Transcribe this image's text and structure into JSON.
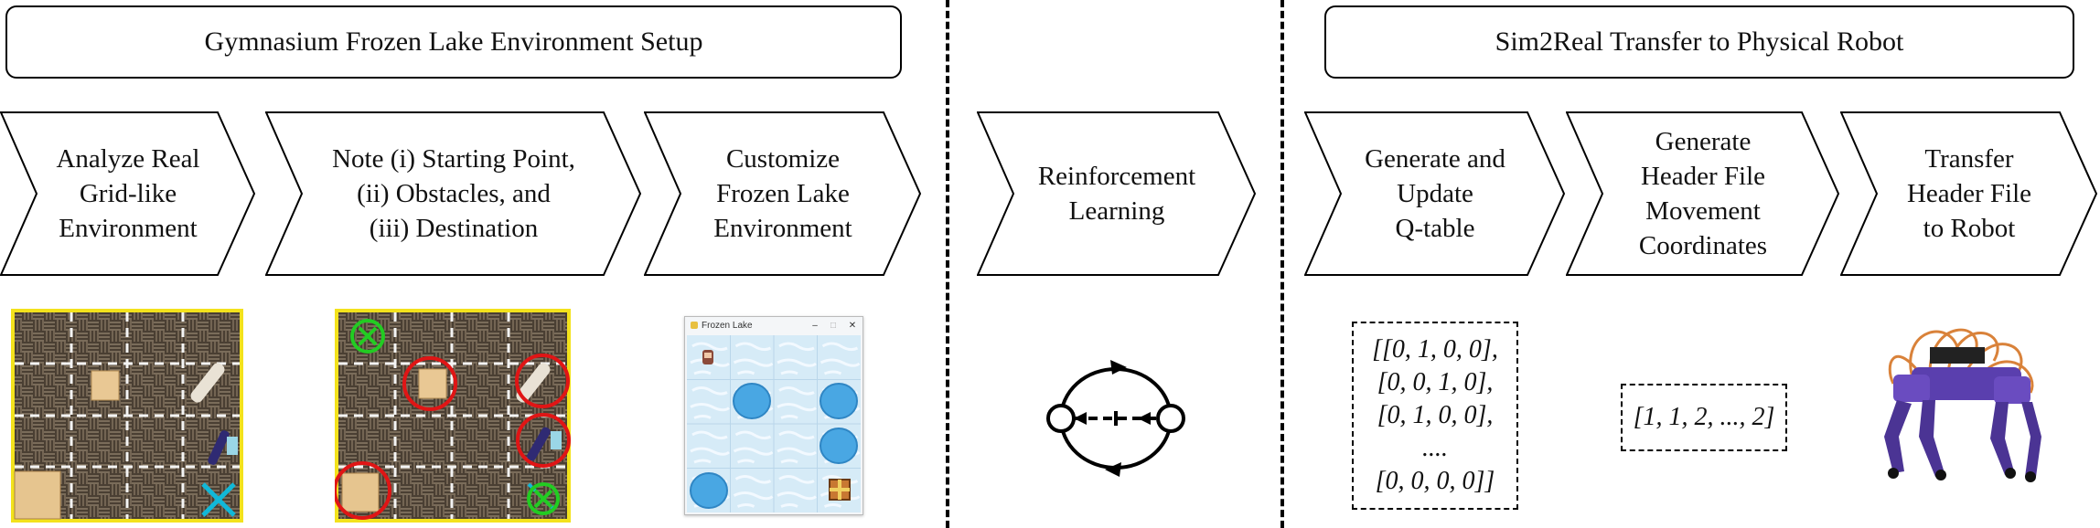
{
  "sections": {
    "left_title": "Gymnasium Frozen Lake Environment Setup",
    "right_title": "Sim2Real Transfer to Physical Robot"
  },
  "steps": [
    {
      "lines": [
        "Analyze Real",
        "Grid-like",
        "Environment"
      ]
    },
    {
      "lines": [
        "Note (i) Starting Point,",
        "(ii) Obstacles, and",
        "(iii) Destination"
      ]
    },
    {
      "lines": [
        "Customize",
        "Frozen Lake",
        "Environment"
      ]
    },
    {
      "lines": [
        "Reinforcement",
        "Learning"
      ]
    },
    {
      "lines": [
        "Generate and",
        "Update",
        "Q-table"
      ]
    },
    {
      "lines": [
        "Generate",
        "Header File",
        "Movement",
        "Coordinates"
      ]
    },
    {
      "lines": [
        "Transfer",
        "Header File",
        "to Robot"
      ]
    }
  ],
  "qtable": [
    "[[0, 1, 0, 0],",
    "[0, 0, 1, 0],",
    "[0, 1, 0, 0],",
    "....",
    "[0, 0, 0, 0]]"
  ],
  "coords": "[1, 1, 2, ..., 2]",
  "frozen_lake_window": {
    "title": "Frozen Lake",
    "controls": [
      "–",
      "□",
      "✕"
    ]
  },
  "colors": {
    "mat_yellow": "#f3e21c",
    "circle_red": "#e01515",
    "start_green": "#22cc22",
    "goal_cyan": "#11b8d8",
    "robot_purple": "#5a3fae",
    "ice": "#d6ebf7",
    "hole": "#49a7e3"
  },
  "icons": [
    "green-x-circle-icon",
    "red-circle-icon",
    "cyan-x-icon",
    "rl-cycle-icon",
    "elf-icon",
    "gift-icon",
    "hole-icon",
    "robot-image"
  ]
}
